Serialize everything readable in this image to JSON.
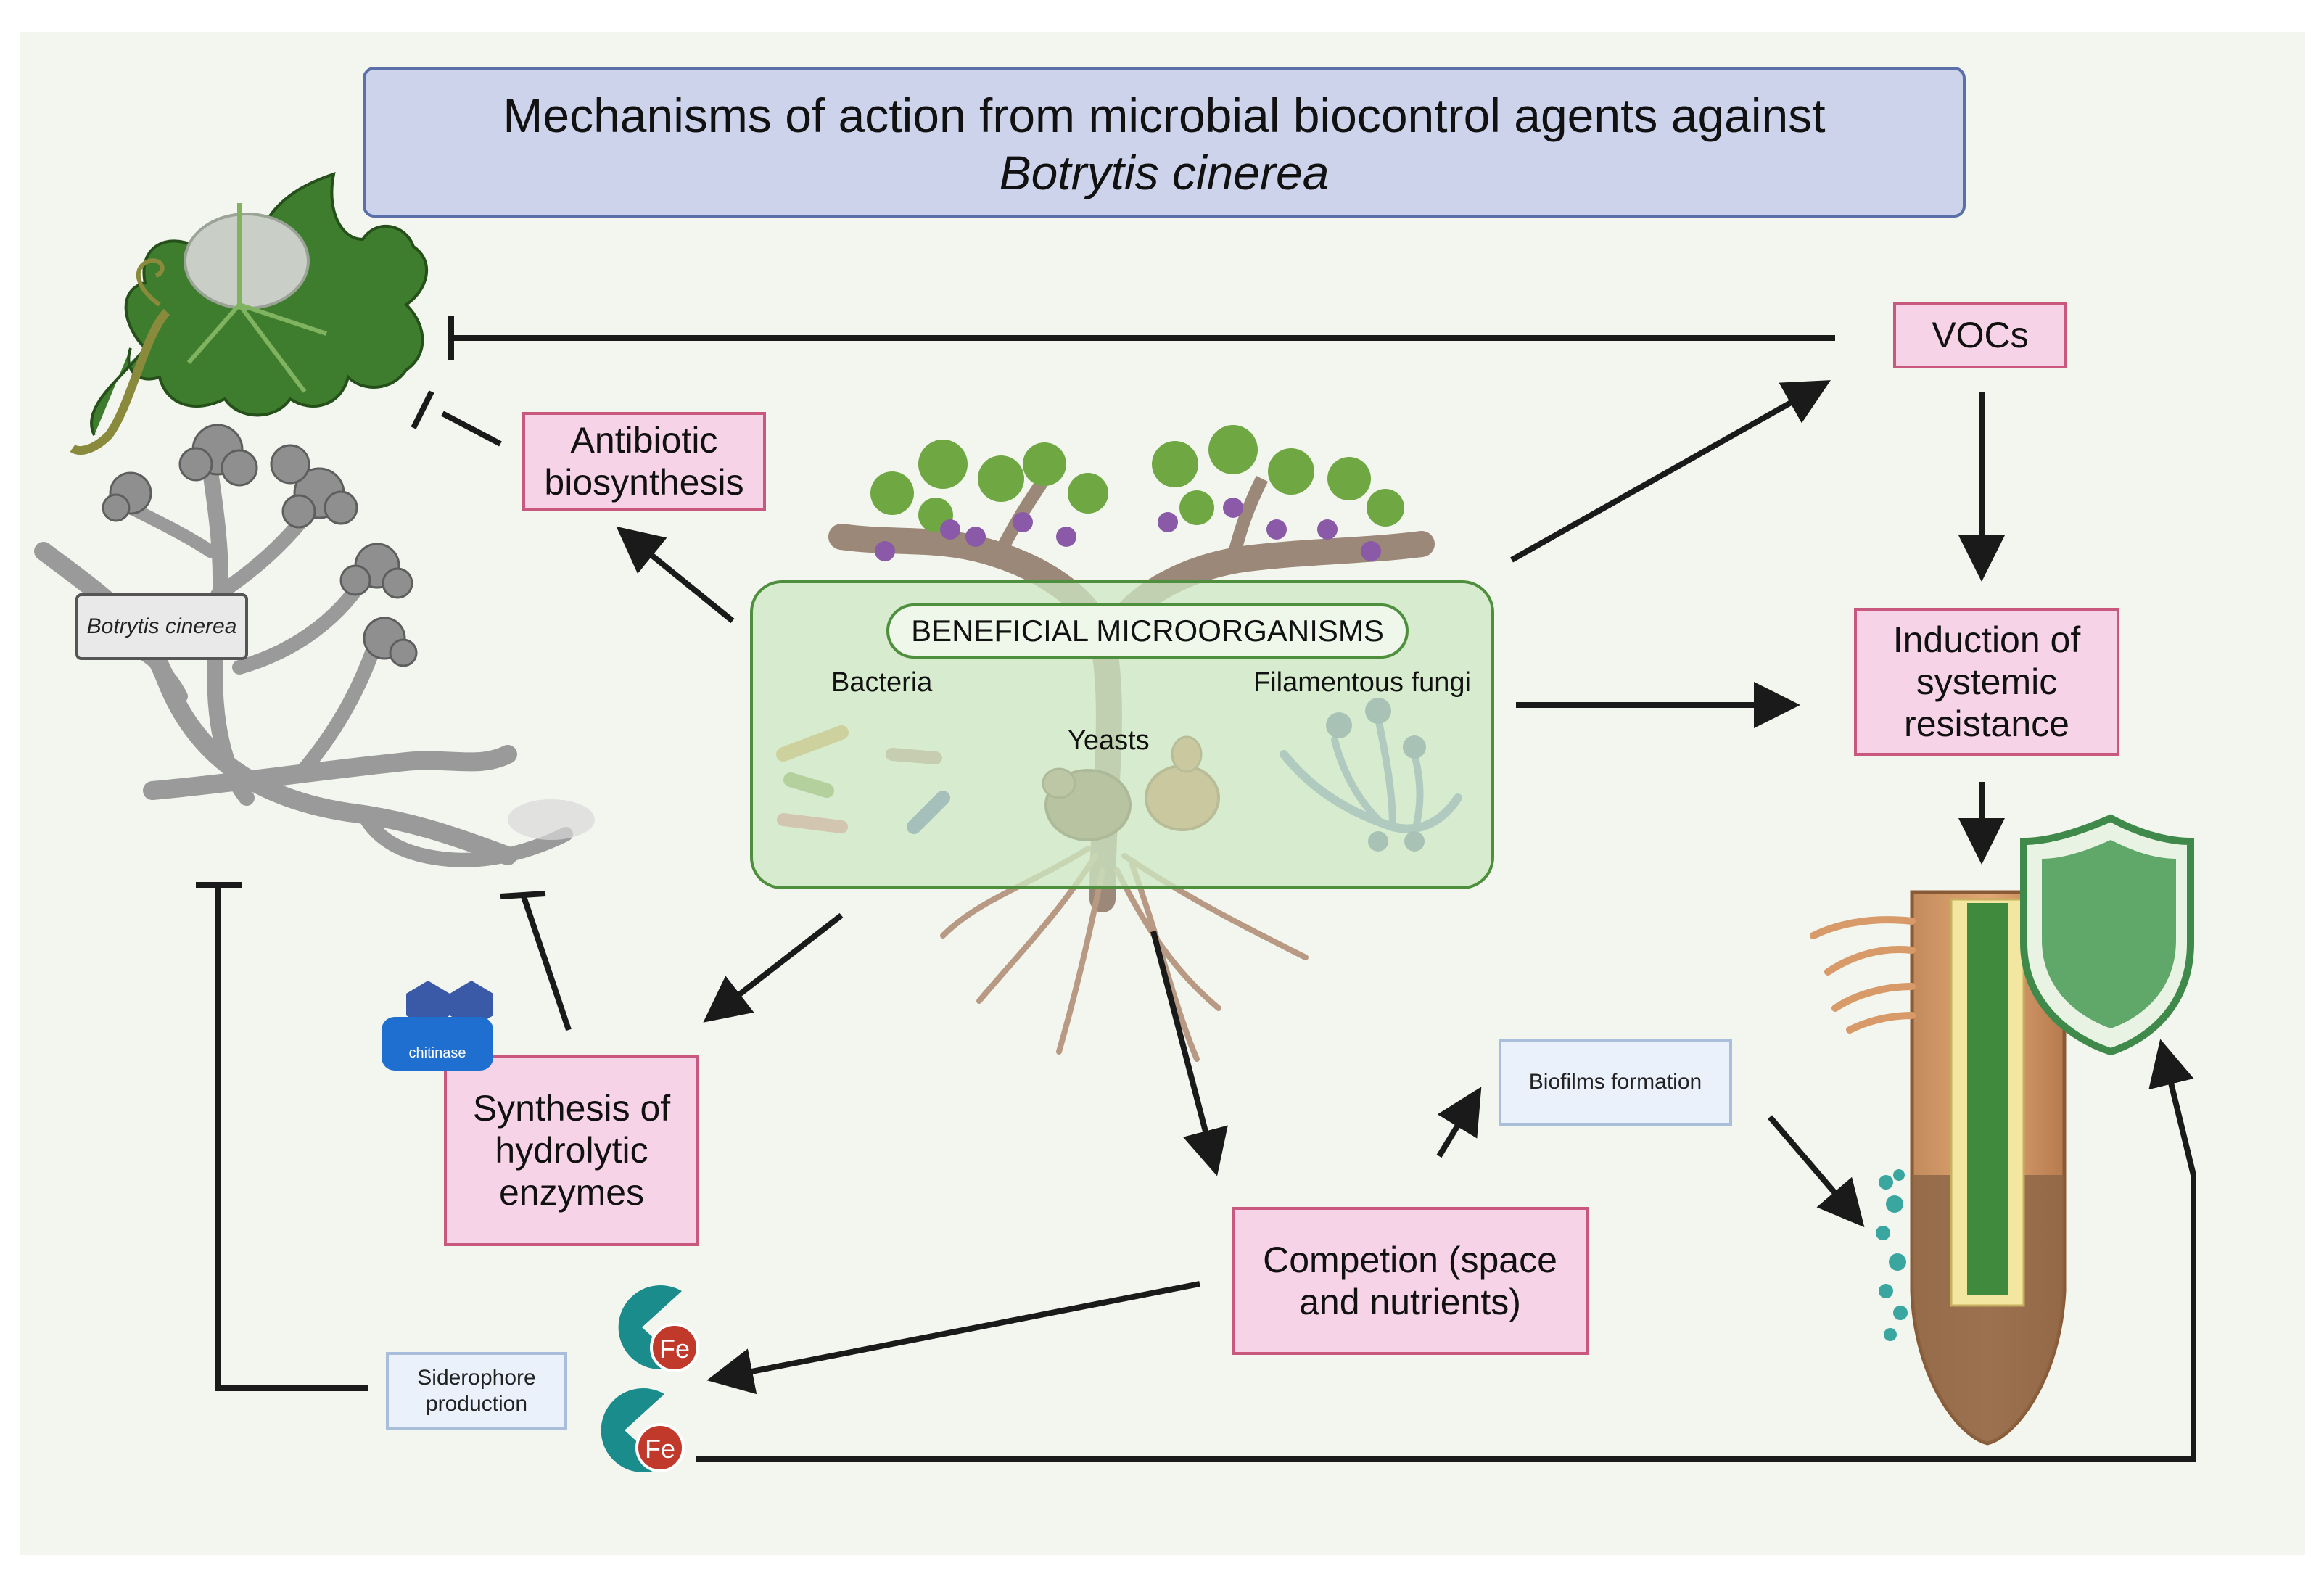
{
  "title": {
    "line1": "Mechanisms of action from microbial biocontrol agents against",
    "line2": "Botrytis cinerea"
  },
  "pathogen_label": "Botrytis cinerea",
  "center": {
    "label": "BENEFICIAL MICROORGANISMS",
    "groups": [
      "Bacteria",
      "Yeasts",
      "Filamentous fungi"
    ]
  },
  "mechanisms": {
    "antibiotic": "Antibiotic biosynthesis",
    "vocs": "VOCs",
    "isr": "Induction of systemic resistance",
    "hydrolytic": "Synthesis of hydrolytic enzymes",
    "competition": "Competion (space and nutrients)",
    "biofilms": "Biofilms formation",
    "siderophore": "Siderophore production"
  },
  "enzyme_label": "chitinase",
  "iron_symbol": "Fe",
  "colors": {
    "background": "#f3f6ef",
    "title_fill": "#cdd3ea",
    "mechanism_fill": "#f7d3e8",
    "mechanism_border": "#c9587e",
    "center_fill": "#cde8c3",
    "center_border": "#4d8f3c",
    "arrow": "#1a1a1a",
    "shield": "#5fa86a",
    "siderophore": "#1a8c8c",
    "iron": "#c0392b"
  }
}
